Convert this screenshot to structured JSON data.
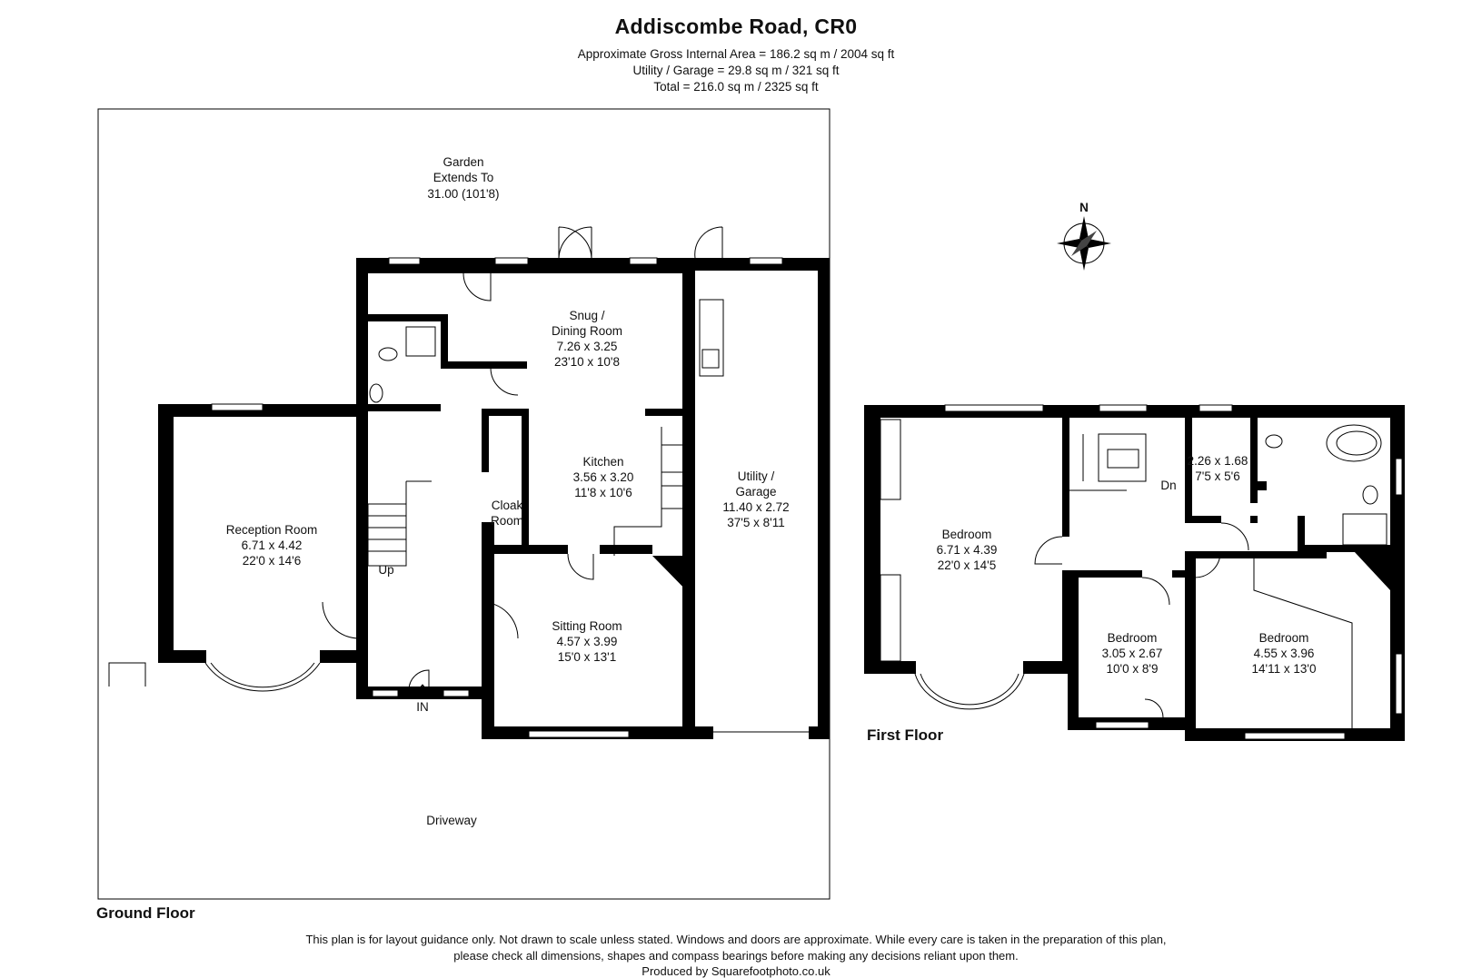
{
  "header": {
    "title": "Addiscombe Road, CR0",
    "area_lines": [
      "Approximate Gross Internal Area = 186.2 sq m / 2004 sq ft",
      "Utility / Garage = 29.8 sq m / 321 sq ft",
      "Total = 216.0 sq m / 2325 sq ft"
    ]
  },
  "ground_floor": {
    "label": "Ground Floor",
    "garden": [
      "Garden",
      "Extends To",
      "31.00 (101'8)"
    ],
    "driveway": "Driveway",
    "snug": [
      "Snug /",
      "Dining Room",
      "7.26 x 3.25",
      "23'10 x 10'8"
    ],
    "kitchen": [
      "Kitchen",
      "3.56 x 3.20",
      "11'8 x 10'6"
    ],
    "utility": [
      "Utility /",
      "Garage",
      "11.40 x 2.72",
      "37'5 x 8'11"
    ],
    "reception": [
      "Reception Room",
      "6.71 x 4.42",
      "22'0 x 14'6"
    ],
    "cloak": [
      "Cloak",
      "Room"
    ],
    "sitting": [
      "Sitting Room",
      "4.57 x 3.99",
      "15'0 x 13'1"
    ],
    "up": "Up",
    "entrance": "IN"
  },
  "first_floor": {
    "label": "First Floor",
    "bedroom1": [
      "Bedroom",
      "6.71 x 4.39",
      "22'0 x 14'5"
    ],
    "bedroom2": [
      "Bedroom",
      "3.05 x 2.67",
      "10'0 x 8'9"
    ],
    "bedroom3": [
      "Bedroom",
      "4.55 x 3.96",
      "14'11 x 13'0"
    ],
    "small_room": [
      "2.26 x 1.68",
      "7'5 x 5'6"
    ],
    "down": "Dn"
  },
  "compass": {
    "north": "N"
  },
  "disclaimer": [
    "This plan is for layout guidance only. Not drawn to scale unless stated. Windows and doors are approximate. While every care is taken in the preparation of this plan,",
    "please check all dimensions, shapes and compass bearings before making any decisions reliant upon them.",
    "Produced by Squarefootphoto.co.uk"
  ]
}
